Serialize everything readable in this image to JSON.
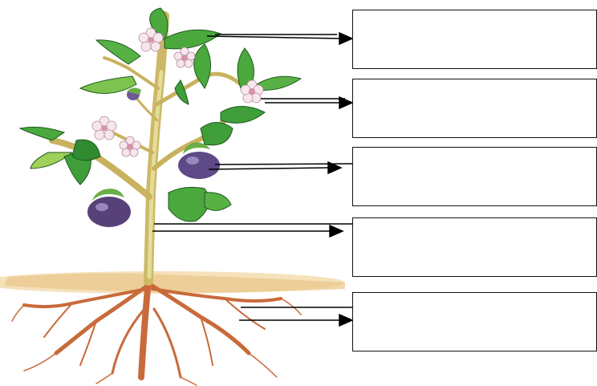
{
  "diagram": {
    "subject": "",
    "labels": [
      {
        "id": "leaf",
        "text": ""
      },
      {
        "id": "flower",
        "text": ""
      },
      {
        "id": "fruit",
        "text": ""
      },
      {
        "id": "stem",
        "text": ""
      },
      {
        "id": "root",
        "text": ""
      }
    ]
  },
  "colors": {
    "leaf": "#3f9e3a",
    "leaf_light": "#8fcf5a",
    "stem": "#c9b25e",
    "stem_light": "#d9d58a",
    "fruit": "#5d4a86",
    "flower": "#f7e6ee",
    "flower_center": "#e58fb0",
    "root": "#c9683a",
    "soil": "#f3d9a6",
    "arrow": "#000000",
    "box_border": "#111111"
  }
}
